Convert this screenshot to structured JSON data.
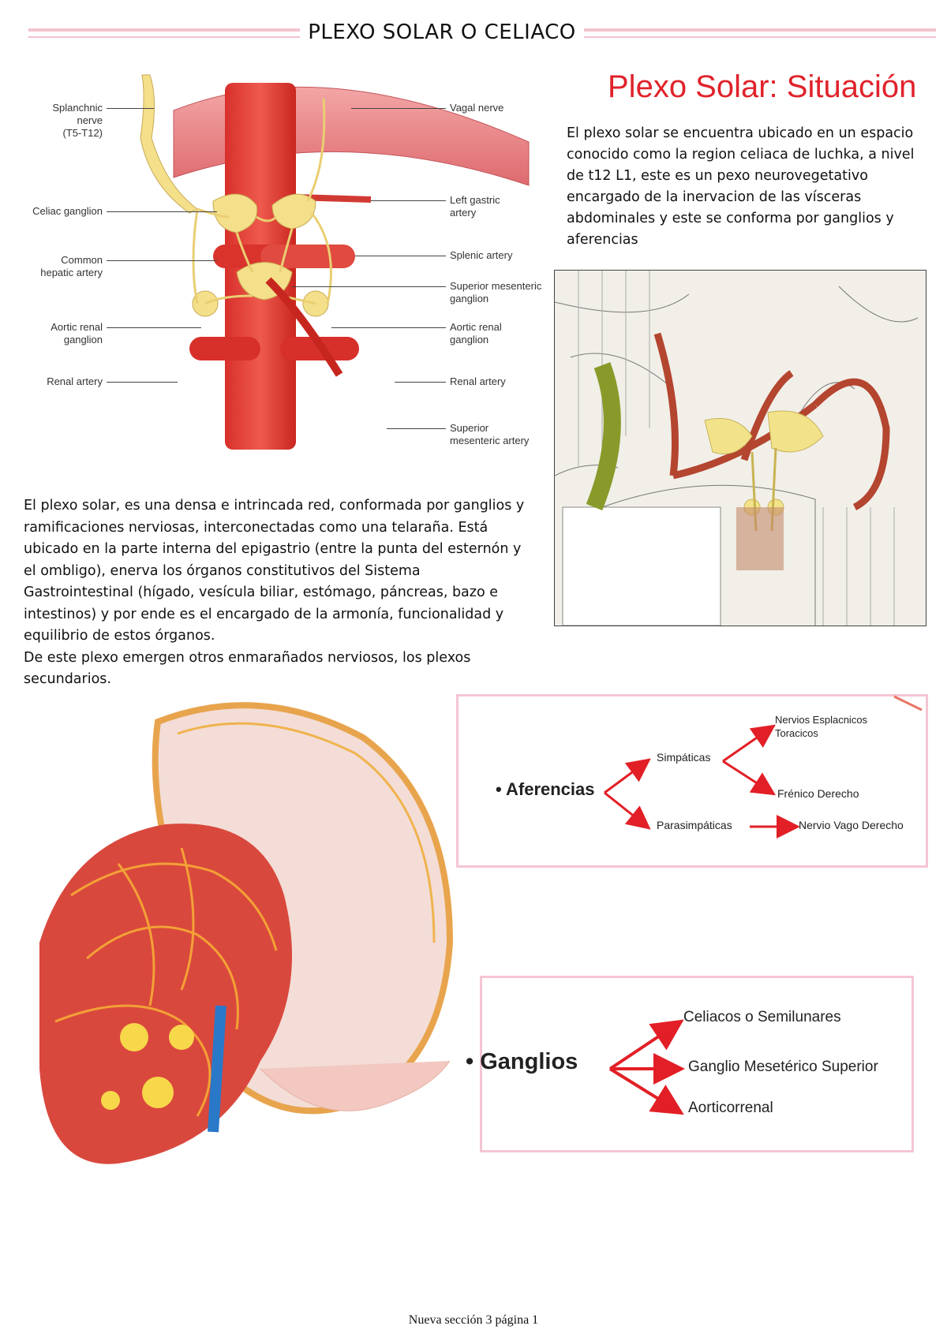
{
  "page": {
    "title": "PLEXO SOLAR O CELIACO",
    "footer": "Nueva sección 3 página 1"
  },
  "diagram1": {
    "labels_left": {
      "splanchnic_1": "Splanchnic",
      "splanchnic_2": "nerve",
      "splanchnic_3": "(T5-T12)",
      "celiac": "Celiac ganglion",
      "hepatic_1": "Common",
      "hepatic_2": "hepatic artery",
      "aortic_1": "Aortic renal",
      "aortic_2": "ganglion",
      "renal": "Renal artery"
    },
    "labels_right": {
      "vagal": "Vagal nerve",
      "gastric_1": "Left gastric",
      "gastric_2": "artery",
      "splenic": "Splenic artery",
      "supmes_1": "Superior mesenteric",
      "supmes_2": "ganglion",
      "aortic_1": "Aortic renal",
      "aortic_2": "ganglion",
      "renal": "Renal artery",
      "supart_1": "Superior",
      "supart_2": "mesenteric artery"
    }
  },
  "situacion": {
    "heading": "Plexo Solar: Situación",
    "text": "El plexo solar se encuentra ubicado en un espacio conocido como la region celiaca de luchka, a nivel de t12 L1, este es un pexo neurovegetativo encargado de la inervacion de las vísceras abdominales y este se conforma por ganglios y aferencias"
  },
  "body": {
    "paragraph1": "El plexo solar, es una densa e intrincada red, conformada por ganglios y ramificaciones nerviosas, interconectadas como una telaraña. Está ubicado en la parte interna del epigastrio (entre la punta del esternón y el ombligo), enerva los órganos constitutivos del Sistema Gastrointestinal (hígado, vesícula biliar, estómago, páncreas, bazo e intestinos) y por ende es el encargado de la armonía, funcionalidad y equilibrio de estos órganos.",
    "paragraph2": " De este plexo emergen otros enmarañados nerviosos, los plexos secundarios."
  },
  "aferencias": {
    "root": "• Aferencias",
    "simpaticas": "Simpáticas",
    "parasimpaticas": "Parasimpáticas",
    "nervios_1": "Nervios Esplacnicos",
    "nervios_2": "Toracicos",
    "frenico": "Frénico Derecho",
    "vago": "Nervio Vago Derecho"
  },
  "ganglios": {
    "root": "• Ganglios",
    "celiacos": "Celiacos o Semilunares",
    "mesenterico": "Ganglio Mesetérico Superior",
    "aorticorrenal": "Aorticorrenal"
  },
  "colors": {
    "accent_red": "#e0222b",
    "arrow_red": "#e21f26",
    "border_pink": "#f5c6d2",
    "nerve_yellow": "#f4df8a"
  }
}
